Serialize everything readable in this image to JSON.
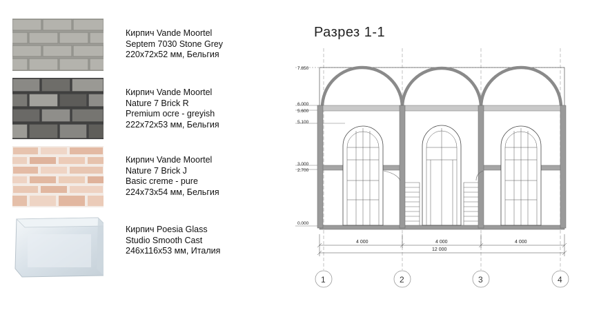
{
  "materials": [
    {
      "lines": [
        "Кирпич Vande Moortel",
        "Septem 7030 Stone Grey",
        "220x72x52 мм, Бельгия"
      ]
    },
    {
      "lines": [
        "Кирпич Vande Moortel",
        "Nature 7 Brick R",
        "Premium ocre - greyish",
        "222x72x53 мм, Бельгия"
      ]
    },
    {
      "lines": [
        "Кирпич Vande Moortel",
        "Nature 7 Brick J",
        "Basic creme - pure",
        "224x73x54 мм, Бельгия"
      ]
    },
    {
      "lines": [
        "Кирпич Poesia Glass",
        "Studio Smooth Cast",
        "246x116x53 мм, Италия"
      ]
    }
  ],
  "section": {
    "title": "Разрез 1-1",
    "levels": [
      "7.850",
      "6.000",
      "5.600",
      "5.100",
      "3.000",
      "2.700",
      "0.000"
    ],
    "dimensions": {
      "bays": [
        "4 000",
        "4 000",
        "4 000"
      ],
      "total": "12 000"
    },
    "axes": [
      "1",
      "2",
      "3",
      "4"
    ]
  },
  "colors": {
    "stone_grey": "#a9a8a2",
    "dark_grey": "#5f5f5b",
    "creme": "#e6c7b5",
    "glass": "#dfe6ec",
    "structure": "#9a9a9a"
  }
}
